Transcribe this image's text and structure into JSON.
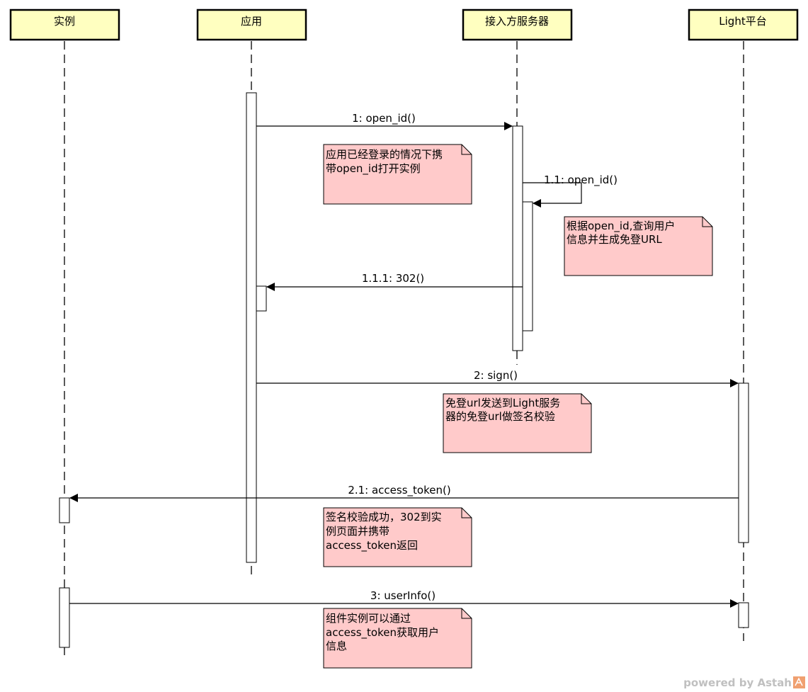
{
  "colors": {
    "lifeline_head_fill": "#ffffc0",
    "note_fill": "#ffcaca",
    "line": "#000000",
    "activation_fill": "#ffffff",
    "watermark": "#c0c0c0",
    "watermark_badge": "#f0a070"
  },
  "lifelines": [
    {
      "id": "instance",
      "label": "实例"
    },
    {
      "id": "app",
      "label": "应用"
    },
    {
      "id": "access_server",
      "label": "接入方服务器"
    },
    {
      "id": "light",
      "label": "Light平台"
    }
  ],
  "messages": [
    {
      "id": "m1",
      "label": "1: open_id()"
    },
    {
      "id": "m11",
      "label": "1.1: open_id()"
    },
    {
      "id": "m111",
      "label": "1.1.1: 302()"
    },
    {
      "id": "m2",
      "label": "2: sign()"
    },
    {
      "id": "m21",
      "label": "2.1: access_token()"
    },
    {
      "id": "m3",
      "label": "3: userInfo()"
    }
  ],
  "notes": [
    {
      "id": "n1",
      "lines": [
        "应用已经登录的情况下携",
        "带open_id打开实例"
      ]
    },
    {
      "id": "n2",
      "lines": [
        "根据open_id,查询用户",
        "信息并生成免登URL"
      ]
    },
    {
      "id": "n3",
      "lines": [
        "免登url发送到Light服务",
        "器的免登url做签名校验"
      ]
    },
    {
      "id": "n4",
      "lines": [
        "签名校验成功，302到实",
        "例页面并携带",
        "access_token返回"
      ]
    },
    {
      "id": "n5",
      "lines": [
        "组件实例可以通过",
        "access_token获取用户",
        "信息"
      ]
    }
  ],
  "watermark": {
    "text": "powered by Astah",
    "badge_icon": "astah-logo-icon"
  }
}
